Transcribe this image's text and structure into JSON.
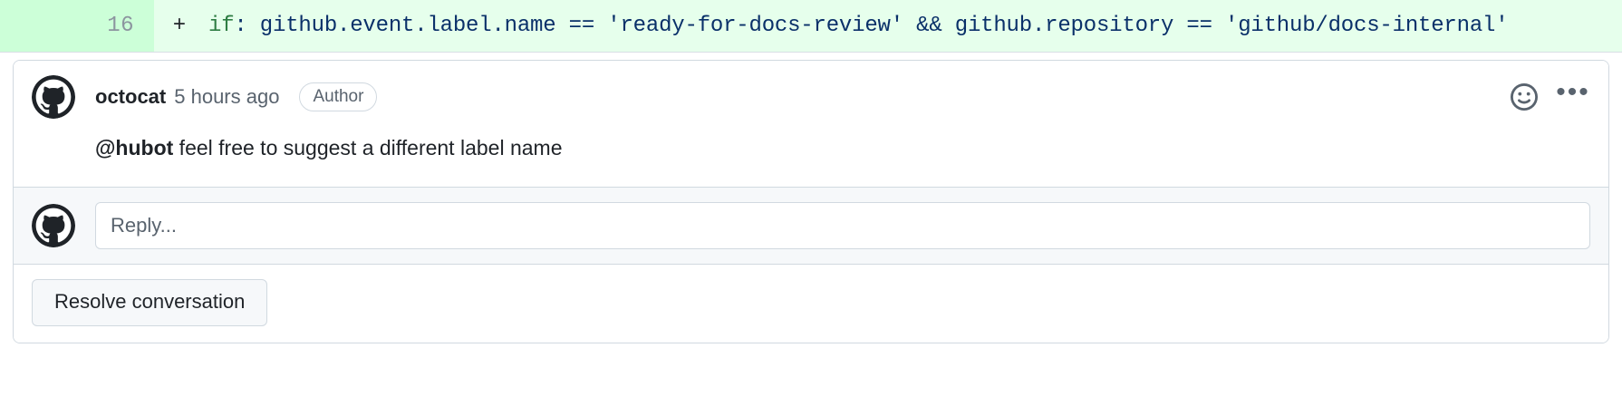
{
  "diff": {
    "line_number": "16",
    "marker": "+",
    "code_key": "if",
    "code_rest": ": github.event.label.name == 'ready-for-docs-review' && github.repository == 'github/docs-internal'",
    "added_bg": "#e6ffec",
    "gutter_bg": "#ccffd8",
    "key_color": "#2e7d43",
    "code_color": "#0a3069"
  },
  "comment": {
    "avatar_icon": "github-octocat-avatar",
    "author": "octocat",
    "timestamp": "5 hours ago",
    "badge": "Author",
    "reaction_icon": "smiley-icon",
    "menu_icon": "kebab-menu-icon",
    "menu_glyph": "•••",
    "body_mention": "@hubot",
    "body_text": " feel free to suggest a different label name"
  },
  "reply": {
    "avatar_icon": "github-octocat-avatar",
    "placeholder": "Reply..."
  },
  "actions": {
    "resolve_label": "Resolve conversation"
  },
  "theme": {
    "border": "#d1d9e0",
    "muted_text": "#59636e",
    "surface": "#f6f8fa"
  }
}
